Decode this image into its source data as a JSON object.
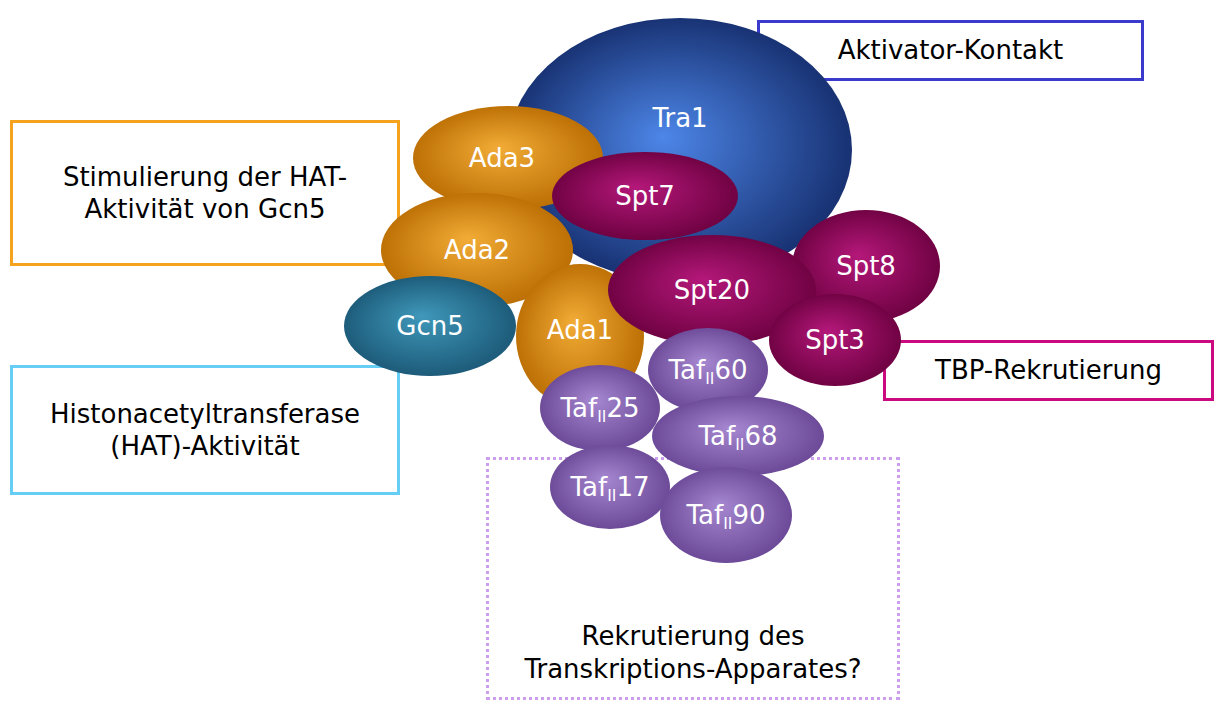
{
  "diagram": {
    "nodes": [
      {
        "text": [
          "Aktivator-Kontakt"
        ]
      },
      {
        "text": [
          "Tra1"
        ]
      },
      {
        "text": [
          "Stimulierung der HAT-Aktivität von Gcn5"
        ]
      },
      {
        "text": [
          "Ada3"
        ]
      },
      {
        "text": [
          "Spt7"
        ]
      },
      {
        "text": [
          "Ada2"
        ]
      },
      {
        "text": [
          "Spt8"
        ]
      },
      {
        "text": [
          "Gcn5"
        ]
      },
      {
        "text": [
          "Ada1"
        ]
      },
      {
        "text": [
          "Spt20"
        ]
      },
      {
        "text": [
          "Spt3"
        ]
      },
      {
        "text": [
          "TafII60"
        ]
      },
      {
        "text": [
          "TBP-Rekrutierung"
        ]
      },
      {
        "text": [
          "TafII25"
        ]
      },
      {
        "text": [
          "Histonacetyltransferase (HAT)-Aktivität"
        ]
      },
      {
        "text": [
          "TafII68"
        ]
      },
      {
        "text": [
          "Rekrutierung des Transkriptions-Apparates?"
        ]
      },
      {
        "text": [
          "TafII17"
        ]
      },
      {
        "text": [
          "TafII90"
        ]
      }
    ]
  }
}
